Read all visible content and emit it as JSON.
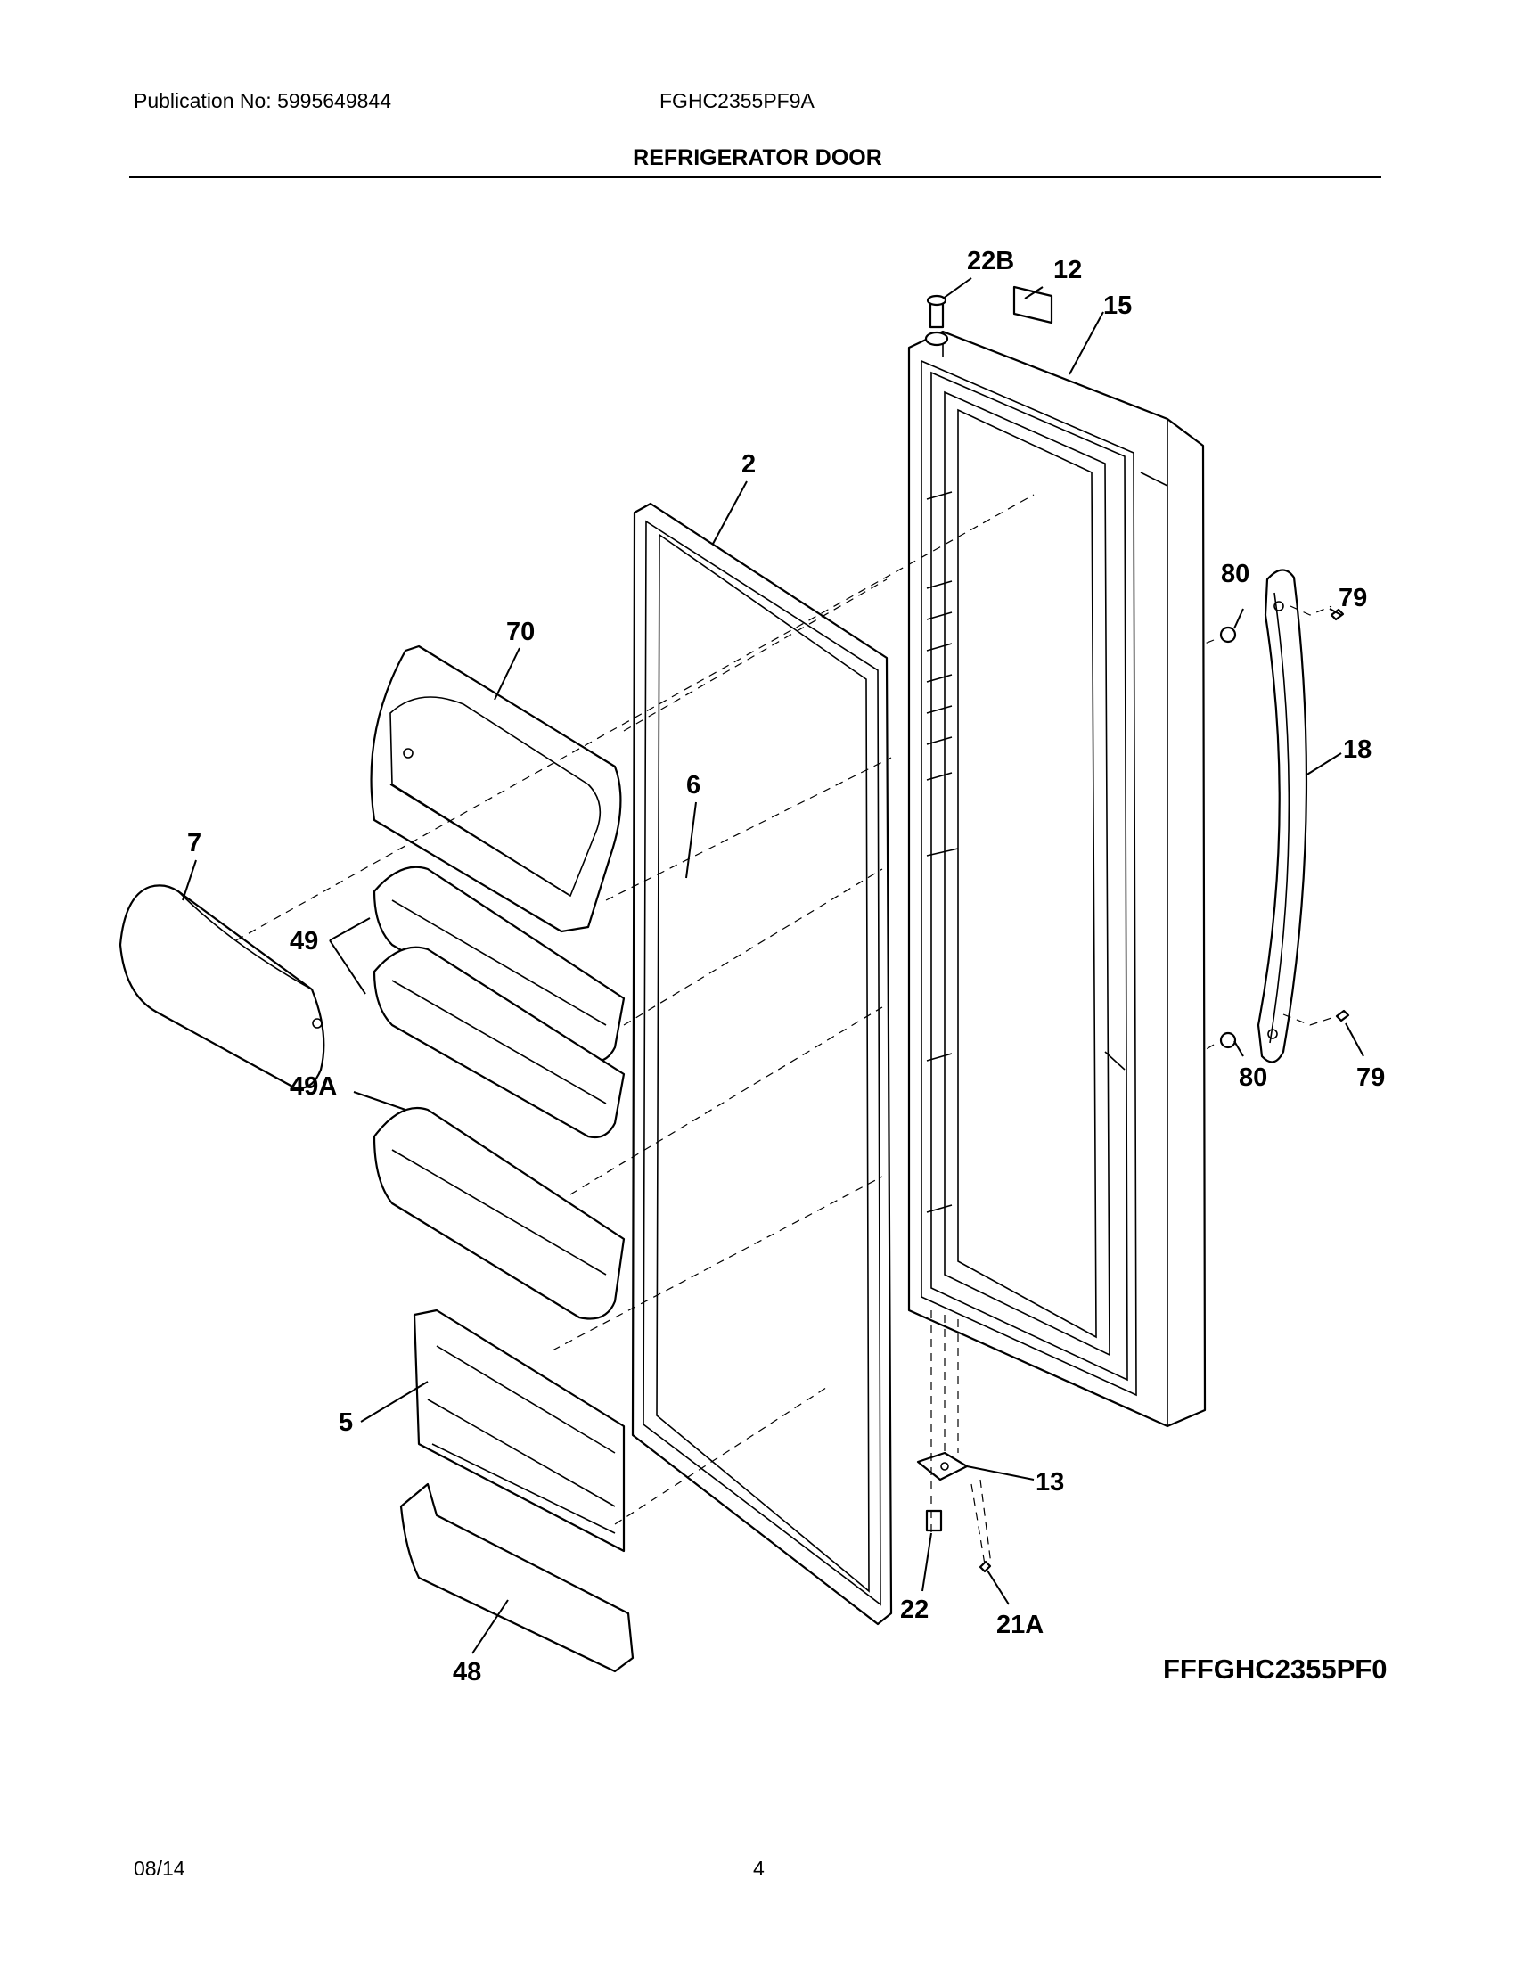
{
  "header": {
    "publication": "Publication No: 5995649844",
    "model": "FGHC2355PF9A",
    "title": "REFRIGERATOR DOOR"
  },
  "diagram": {
    "part_labels": [
      "22B",
      "12",
      "15",
      "2",
      "80",
      "79",
      "70",
      "18",
      "6",
      "7",
      "49",
      "49A",
      "80",
      "79",
      "5",
      "13",
      "22",
      "21A",
      "48"
    ],
    "drawing_code": "FFFGHC2355PF0"
  },
  "footer": {
    "date": "08/14",
    "page": "4"
  }
}
